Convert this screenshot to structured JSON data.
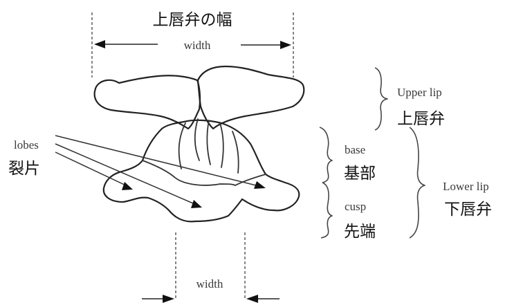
{
  "labels": {
    "top_width_ja": "上唇弁の幅",
    "top_width_en": "width",
    "upper_lip_en": "Upper lip",
    "upper_lip_ja": "上唇弁",
    "lobes_en": "lobes",
    "lobes_ja": "裂片",
    "base_en": "base",
    "base_ja": "基部",
    "cusp_en": "cusp",
    "cusp_ja": "先端",
    "lower_lip_en": "Lower lip",
    "lower_lip_ja": "下唇弁",
    "bottom_width_en": "width"
  }
}
